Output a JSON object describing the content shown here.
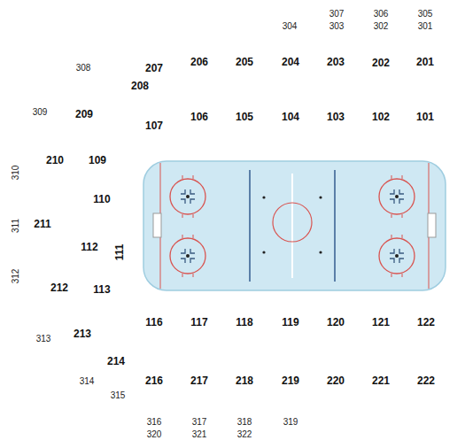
{
  "diagram": {
    "labels": [
      "307",
      "303",
      "306",
      "302",
      "305",
      "301",
      "304",
      "207",
      "206",
      "205",
      "204",
      "203",
      "202",
      "201",
      "308",
      "208",
      "309",
      "209",
      "107",
      "106",
      "105",
      "104",
      "103",
      "102",
      "101",
      "310",
      "210",
      "109",
      "110",
      "311",
      "211",
      "112",
      "111",
      "312",
      "212",
      "113",
      "116",
      "117",
      "118",
      "119",
      "120",
      "121",
      "122",
      "313",
      "213",
      "214",
      "314",
      "315",
      "216",
      "217",
      "218",
      "219",
      "220",
      "221",
      "222",
      "316",
      "320",
      "317",
      "321",
      "318",
      "322",
      "319"
    ]
  }
}
